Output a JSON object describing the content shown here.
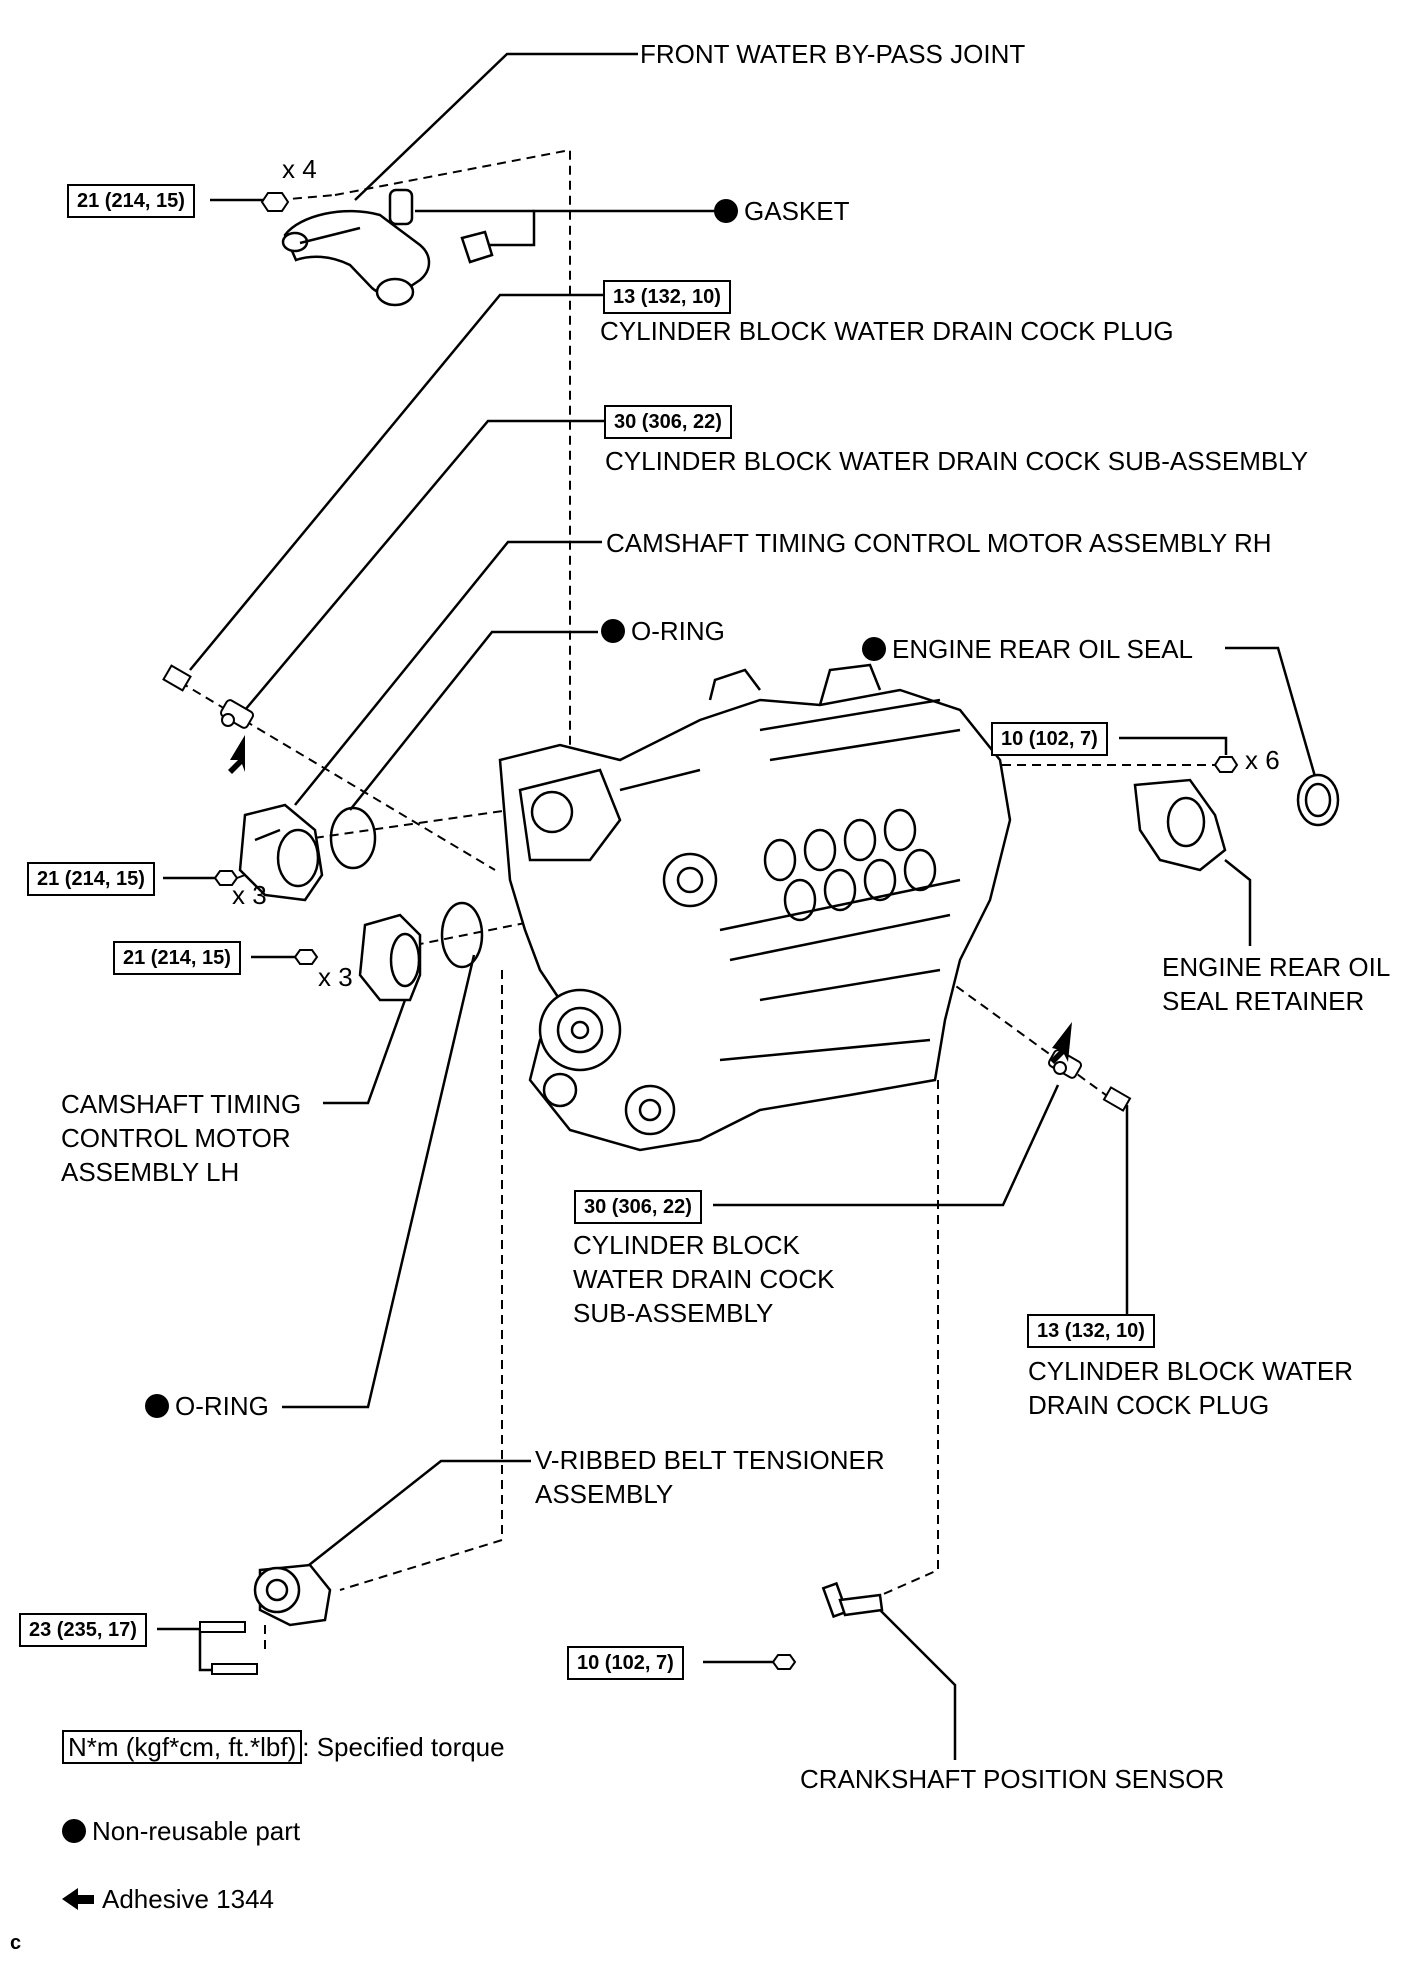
{
  "labels": {
    "front_water_bypass_joint": "FRONT WATER BY-PASS JOINT",
    "gasket": "GASKET",
    "drain_cock_plug_rh": "CYLINDER BLOCK WATER DRAIN COCK PLUG",
    "drain_cock_subassy_rh": "CYLINDER BLOCK WATER DRAIN COCK SUB-ASSEMBLY",
    "cam_motor_rh": "CAMSHAFT TIMING CONTROL MOTOR ASSEMBLY RH",
    "o_ring_upper": "O-RING",
    "engine_rear_oil_seal": "ENGINE REAR OIL SEAL",
    "engine_rear_oil_seal_retainer": [
      "ENGINE REAR OIL",
      "SEAL RETAINER"
    ],
    "cam_motor_lh": [
      "CAMSHAFT TIMING",
      "CONTROL MOTOR",
      "ASSEMBLY LH"
    ],
    "drain_cock_subassy_lh": [
      "CYLINDER BLOCK",
      "WATER DRAIN COCK",
      "SUB-ASSEMBLY"
    ],
    "drain_cock_plug_lh": [
      "CYLINDER BLOCK WATER",
      "DRAIN COCK PLUG"
    ],
    "o_ring_lower": "O-RING",
    "belt_tensioner": [
      "V-RIBBED BELT TENSIONER",
      "ASSEMBLY"
    ],
    "crankshaft_sensor": "CRANKSHAFT POSITION SENSOR"
  },
  "quantities": {
    "bypass_bolts": "x 4",
    "oil_seal_bolts": "x 6",
    "cam_rh_bolts": "x 3",
    "cam_lh_bolts": "x 3"
  },
  "torques": {
    "bypass_joint": "21 (214, 15)",
    "plug_rh": "13 (132, 10)",
    "cock_rh": "30 (306, 22)",
    "retainer": "10 (102, 7)",
    "cam_rh": "21 (214, 15)",
    "cam_lh": "21 (214, 15)",
    "cock_lh": "30 (306, 22)",
    "plug_lh": "13 (132, 10)",
    "tensioner": "23 (235, 17)",
    "crank_sensor": "10 (102, 7)"
  },
  "legend": {
    "torque_unit": "N*m (kgf*cm, ft.*lbf)",
    "torque_desc": ": Specified torque",
    "non_reusable": "Non-reusable part",
    "adhesive": "Adhesive 1344"
  },
  "footer_code": "c"
}
